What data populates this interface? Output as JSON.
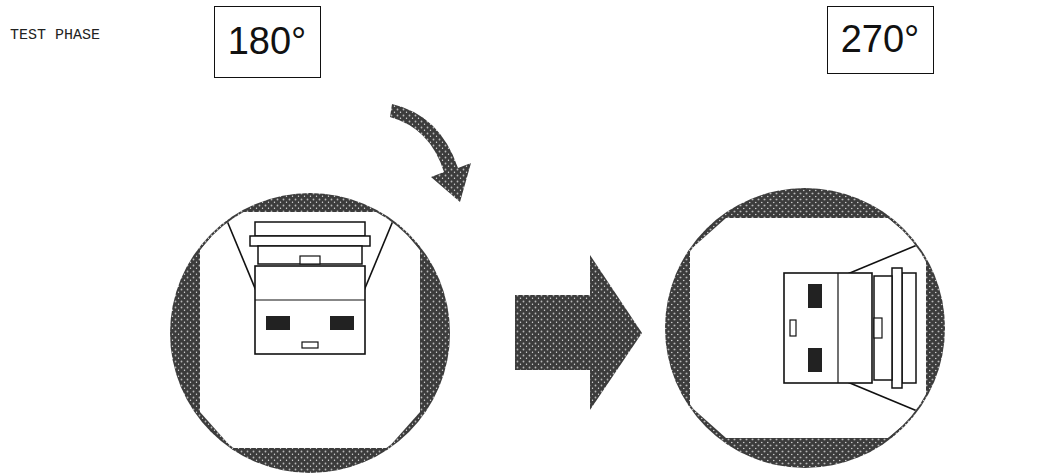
{
  "diagram": {
    "title": "TEST PHASE",
    "nodes": [
      {
        "text": [
          "180°"
        ]
      },
      {
        "text": [
          "270°"
        ]
      }
    ]
  }
}
